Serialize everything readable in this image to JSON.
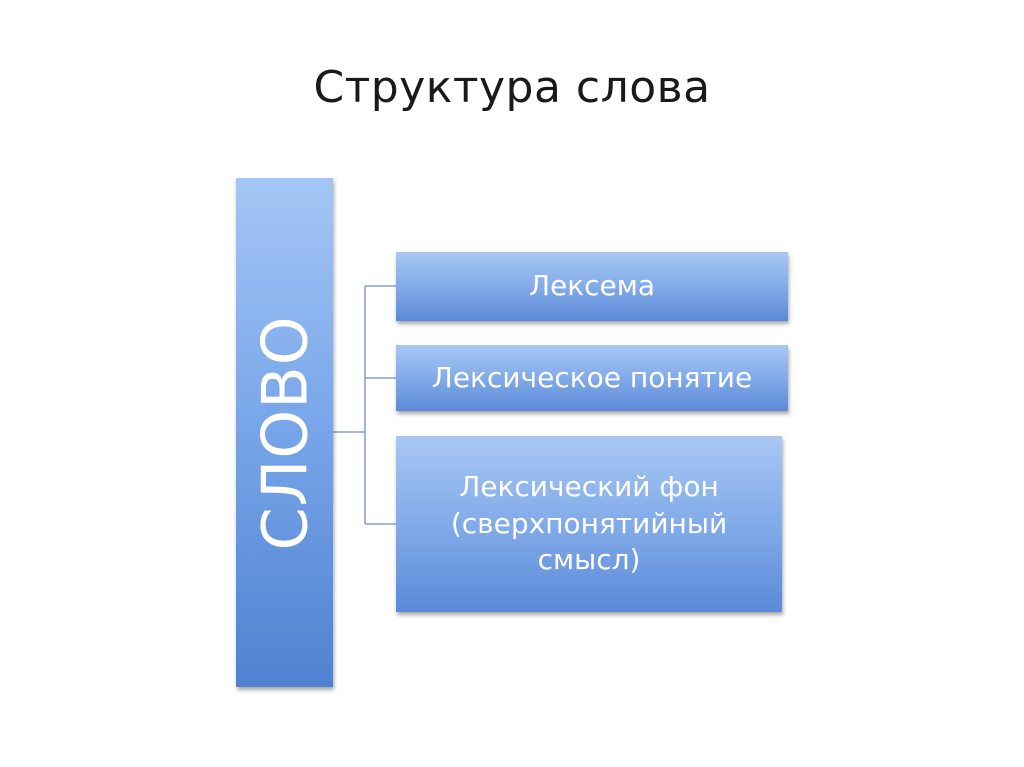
{
  "slide": {
    "title": "Структура слова"
  },
  "diagram": {
    "root": {
      "label": "СЛОВО"
    },
    "children": [
      {
        "label": "Лексема"
      },
      {
        "label": "Лексическое понятие"
      },
      {
        "label": "Лексический фон\n(сверхпонятийный\nсмысл)"
      }
    ],
    "colors": {
      "box_light": "#a5c6f5",
      "box_dark": "#4f82d1",
      "connector": "#6f8fc0",
      "text": "#ffffff"
    }
  }
}
